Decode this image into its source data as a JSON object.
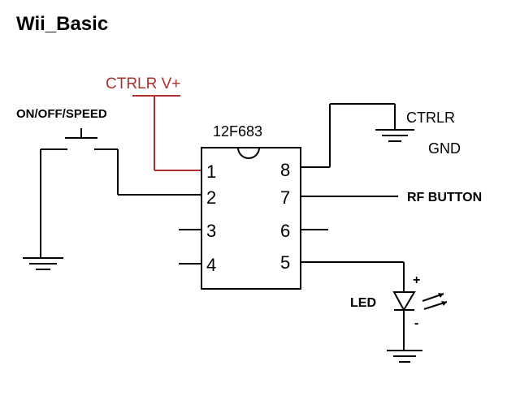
{
  "title": "Wii_Basic",
  "chip": {
    "name": "12F683",
    "pins_left": [
      "1",
      "2",
      "3",
      "4"
    ],
    "pins_right": [
      "8",
      "7",
      "6",
      "5"
    ]
  },
  "labels": {
    "ctrlr_vplus": "CTRLR V+",
    "switch": "ON/OFF/SPEED",
    "ctrlr_gnd_line1": "CTRLR",
    "ctrlr_gnd_line2": "GND",
    "rf_button": "RF BUTTON",
    "led": "LED",
    "led_plus": "+",
    "led_minus": "-"
  },
  "colors": {
    "wire": "#000000",
    "power_wire": "#b03030"
  }
}
